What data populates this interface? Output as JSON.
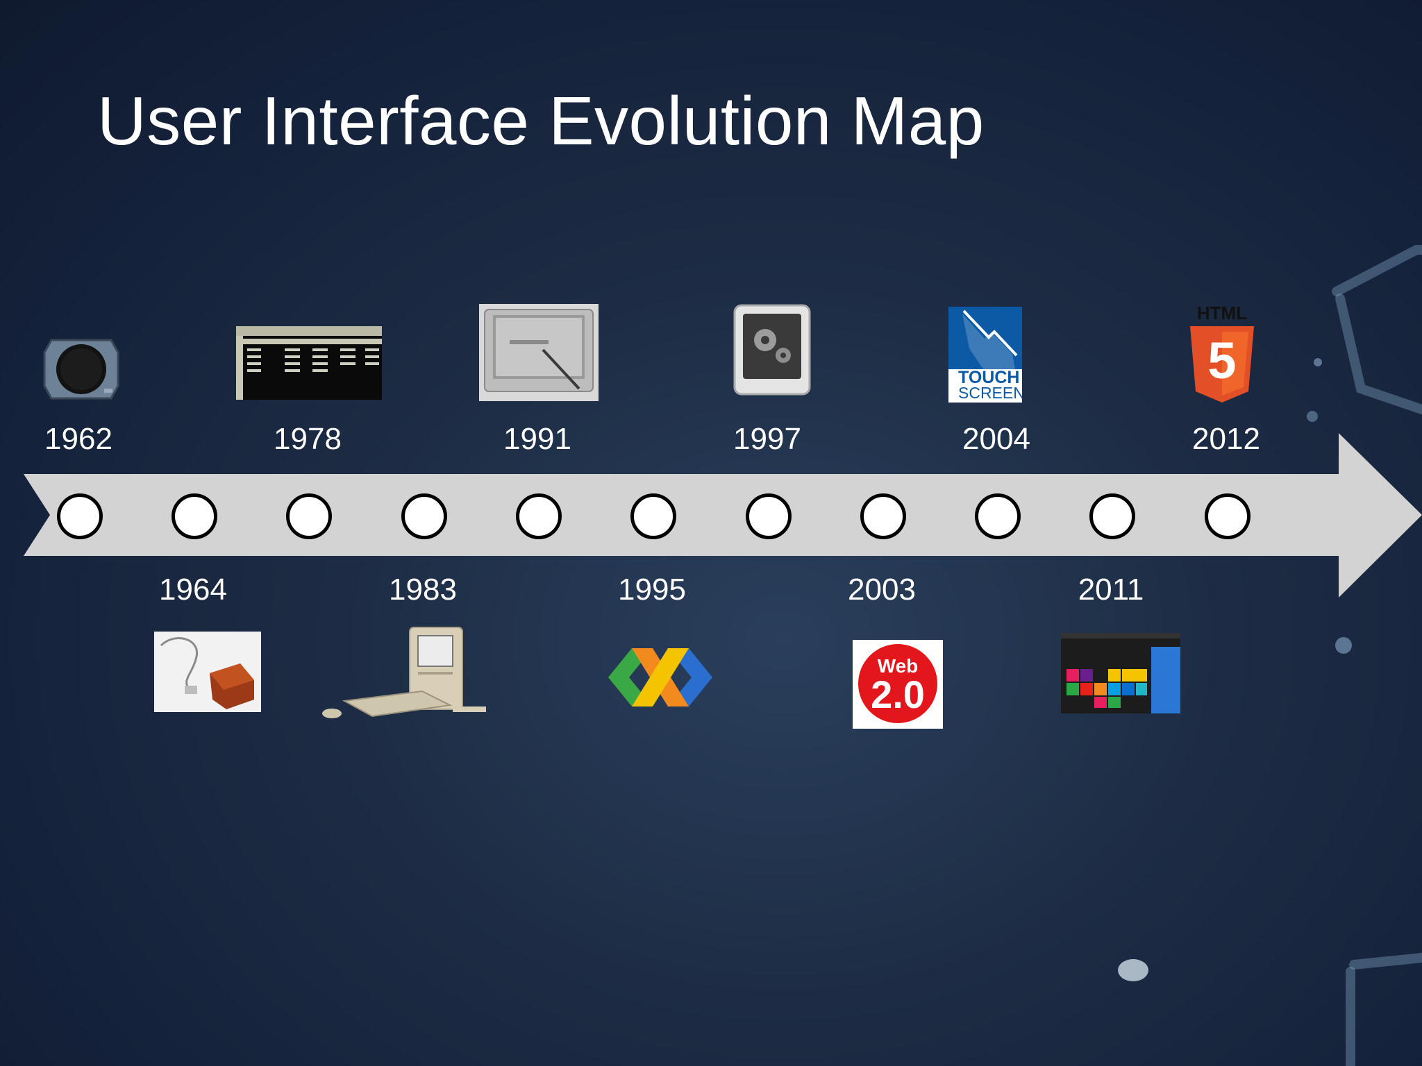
{
  "title": "User Interface Evolution Map",
  "timeline": {
    "top_years": [
      "1962",
      "1978",
      "1991",
      "1997",
      "2004",
      "2012"
    ],
    "bottom_years": [
      "1964",
      "1983",
      "1995",
      "2003",
      "2011"
    ]
  },
  "logos": {
    "html_label": "HTML",
    "html_digit": "5",
    "touch_line1": "TOUCH",
    "touch_line2": "SCREEN",
    "web_line1": "Web",
    "web_line2": "2.0"
  },
  "colors": {
    "background": "#1d2c44",
    "arrow": "#d2d2d2",
    "text": "#ffffff",
    "html5_orange": "#e34f26",
    "web20_red": "#e3161c",
    "touch_blue": "#0c5aa6"
  }
}
